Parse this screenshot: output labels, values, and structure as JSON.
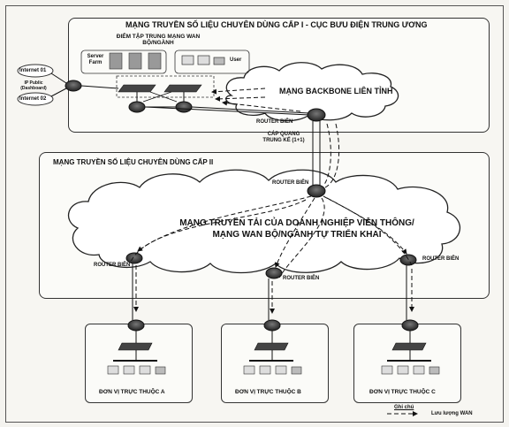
{
  "level1": {
    "title": "MẠNG TRUYỀN SỐ LIỆU CHUYÊN DÙNG CẤP I - CỤC BƯU ĐIỆN TRUNG ƯƠNG",
    "hub_label_line1": "ĐIỂM TẬP TRUNG MẠNG WAN",
    "hub_label_line2": "BỘ/NGÀNH",
    "server_farm": "Server Farm",
    "user": "User",
    "internet1": "Internet 01",
    "ip_public": "IP Public (Dashboard)",
    "internet2": "Internet 02",
    "backbone": "MẠNG BACKBONE LIÊN TỈNH",
    "router_bien": "ROUTER BIÊN",
    "cap_quang_line1": "CÁP QUANG",
    "cap_quang_line2": "TRUNG KẾ (1+1)"
  },
  "level2": {
    "title": "MẠNG TRUYỀN SỐ LIỆU CHUYÊN DÙNG CẤP II",
    "router_bien_top": "ROUTER BIÊN",
    "cloud_line1": "MẠNG TRUYỀN TẢI CỦA DOANH NGHIỆP VIỄN THÔNG/",
    "cloud_line2": "MẠNG WAN BỘ/NGÀNH TỰ TRIỂN KHAI",
    "router_left": "ROUTER BIÊN",
    "router_mid": "ROUTER BIÊN",
    "router_right": "ROUTER BIÊN"
  },
  "units": [
    {
      "label": "ĐƠN VỊ TRỰC THUỘC A"
    },
    {
      "label": "ĐƠN VỊ TRỰC THUỘC B"
    },
    {
      "label": "ĐƠN VỊ TRỰC THUỘC C"
    }
  ],
  "legend": {
    "title": "Ghi chú",
    "traffic": "Lưu lượng WAN"
  }
}
